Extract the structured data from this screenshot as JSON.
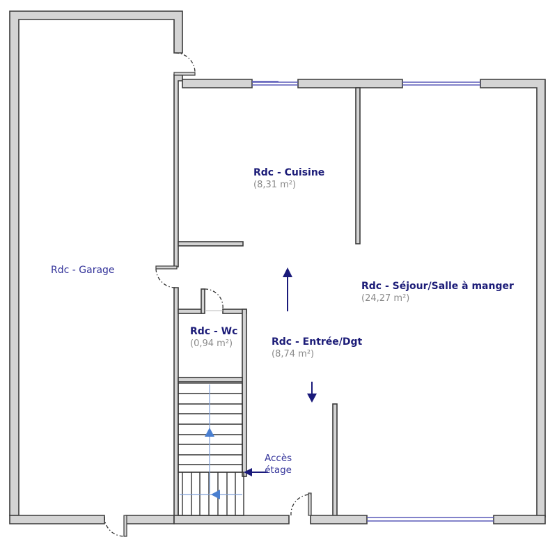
{
  "plan": {
    "level": "Rdc",
    "colors": {
      "wall_fill": "#d4d4d4",
      "wall_stroke": "#3a3a3a",
      "window": "#5a5ab8",
      "room_name": "#1c1c78",
      "area_text": "#8a8a8a",
      "stair_arrow": "#4a7fd0",
      "flow_arrow": "#1a1a7a"
    },
    "rooms": [
      {
        "id": "garage",
        "name": "Rdc - Garage",
        "area": ""
      },
      {
        "id": "cuisine",
        "name": "Rdc - Cuisine",
        "area": "(8,31 m²)"
      },
      {
        "id": "sejour",
        "name": "Rdc - Séjour/Salle à manger",
        "area": "(24,27 m²)"
      },
      {
        "id": "wc",
        "name": "Rdc - Wc",
        "area": "(0,94 m²)"
      },
      {
        "id": "entree",
        "name": "Rdc - Entrée/Dgt",
        "area": "(8,74 m²)"
      }
    ],
    "annotations": {
      "stairs_line1": "Accès",
      "stairs_line2": "étage"
    }
  }
}
